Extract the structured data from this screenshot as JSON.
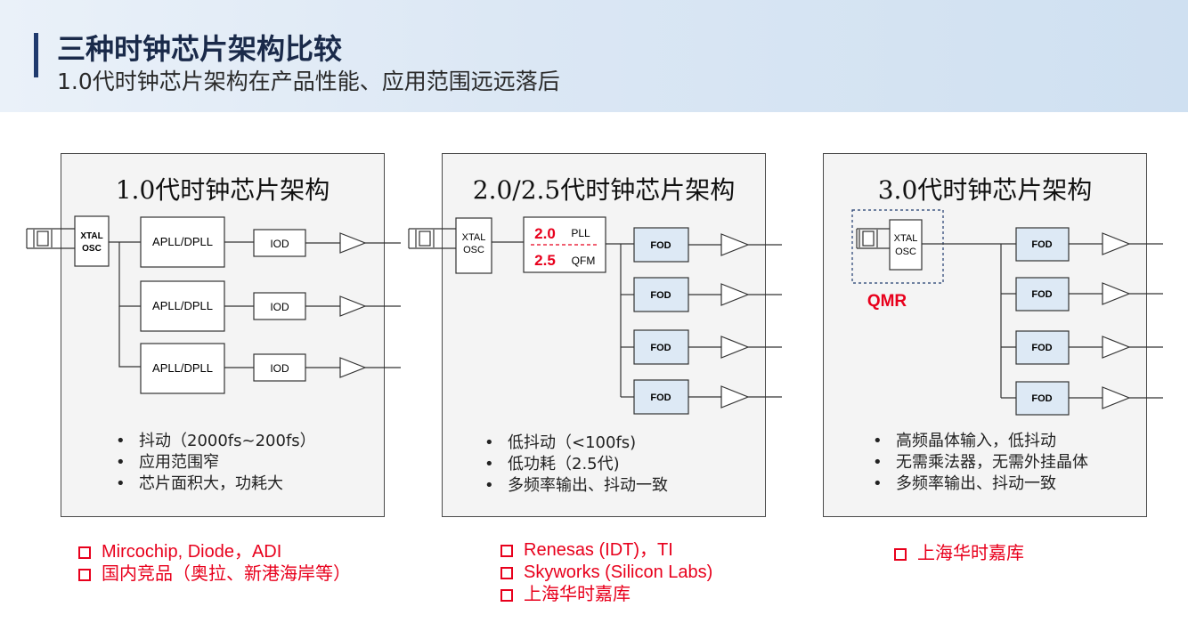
{
  "header": {
    "title": "三种时钟芯片架构比较",
    "subtitle": "1.0代时钟芯片架构在产品性能、应用范围远远落后"
  },
  "panels": [
    {
      "title": "1.0代时钟芯片架构",
      "osc_line1": "XTAL",
      "osc_line2": "OSC",
      "pll_label": "APLL/DPLL",
      "iod_label": "IOD",
      "bullets": [
        "抖动（2000fs~200fs）",
        "应用范围窄",
        "芯片面积大，功耗大"
      ],
      "vendors": [
        "Mircochip, Diode，ADI",
        "国内竞品（奥拉、新港海岸等）"
      ]
    },
    {
      "title": "2.0/2.5代时钟芯片架构",
      "osc_line1": "XTAL",
      "osc_line2": "OSC",
      "pll_num": "2.0",
      "pll_text": "PLL",
      "qfm_num": "2.5",
      "qfm_text": "QFM",
      "fod_label": "FOD",
      "bullets": [
        "低抖动（<100fs)",
        "低功耗（2.5代)",
        "多频率输出、抖动一致"
      ],
      "vendors": [
        "Renesas (IDT)，TI",
        "Skyworks (Silicon Labs)",
        "上海华时嘉库"
      ]
    },
    {
      "title": "3.0代时钟芯片架构",
      "osc_line1": "XTAL",
      "osc_line2": "OSC",
      "qmr_label": "QMR",
      "fod_label": "FOD",
      "bullets": [
        "高频晶体输入，低抖动",
        "无需乘法器，无需外挂晶体",
        "多频率输出、抖动一致"
      ],
      "vendors": [
        "上海华时嘉库"
      ]
    }
  ],
  "colors": {
    "accent_red": "#e8001c",
    "fod_fill": "#dde9f5",
    "title_bar": "#1f3a6e"
  }
}
